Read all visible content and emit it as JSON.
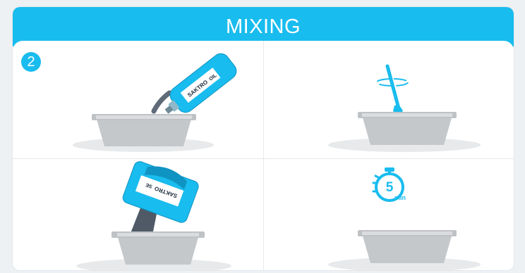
{
  "header": {
    "title": "MIXING"
  },
  "step": {
    "number": "2"
  },
  "product": {
    "name": "SAKTRO",
    "bottle_suffix": "OIL",
    "bag_suffix": "SE"
  },
  "timer": {
    "value": "5",
    "unit": "min"
  },
  "panels": [
    {
      "name": "pour-liquid",
      "icon": "bottle-pour-icon"
    },
    {
      "name": "stir",
      "icon": "stirrer-icon"
    },
    {
      "name": "add-powder",
      "icon": "bag-pour-icon"
    },
    {
      "name": "wait",
      "icon": "stopwatch-icon"
    }
  ],
  "colors": {
    "accent": "#19bcee",
    "bowl": "#c5c8cb",
    "bowl_inner": "#dadcdf",
    "shadow": "#e7e9eb",
    "pour": "#5f6b78"
  }
}
